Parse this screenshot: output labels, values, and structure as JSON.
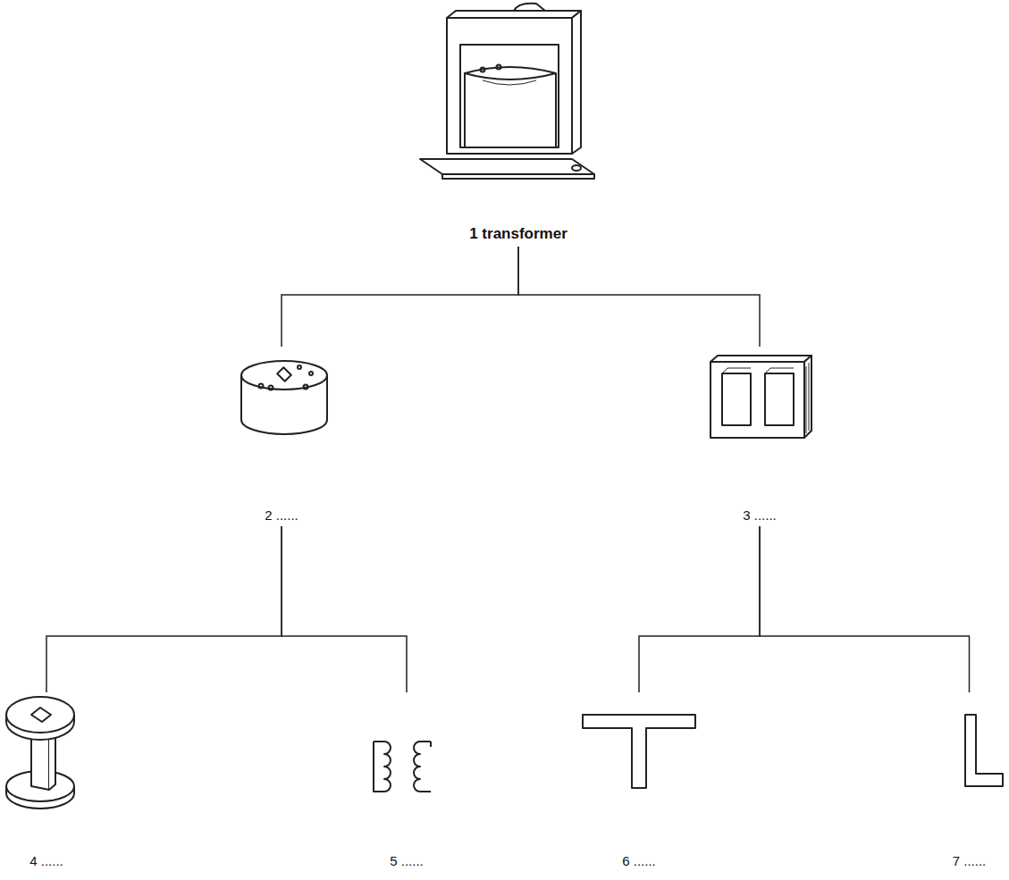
{
  "diagram": {
    "nodes": [
      {
        "text": [
          "1 transformer"
        ]
      },
      {
        "text": [
          "2 ......"
        ]
      },
      {
        "text": [
          "3 ......"
        ]
      },
      {
        "text": [
          "4 ......"
        ]
      },
      {
        "text": [
          "5 ......"
        ]
      },
      {
        "text": [
          "6 ......"
        ]
      },
      {
        "text": [
          "7 ......"
        ]
      }
    ],
    "edges": [
      {
        "from": 0,
        "to": 1,
        "arrow": "none"
      },
      {
        "from": 0,
        "to": 2,
        "arrow": "none"
      },
      {
        "from": 1,
        "to": 3,
        "arrow": "none"
      },
      {
        "from": 1,
        "to": 4,
        "arrow": "none"
      },
      {
        "from": 2,
        "to": 5,
        "arrow": "none"
      },
      {
        "from": 2,
        "to": 6,
        "arrow": "none"
      }
    ]
  }
}
